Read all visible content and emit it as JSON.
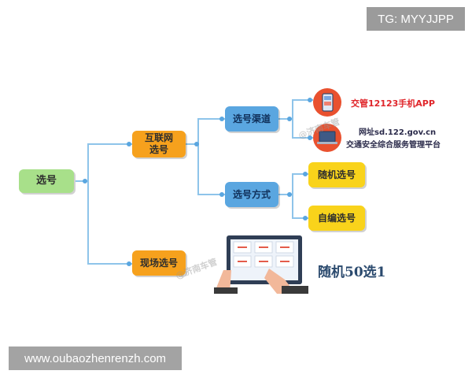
{
  "badges": {
    "top_right": "TG: MYYJJPP",
    "bottom_left": "www.oubaozhenrenzh.com"
  },
  "nodes": {
    "root": "选号",
    "internet": "互联网\n选号",
    "onsite": "现场选号",
    "channel": "选号渠道",
    "method": "选号方式",
    "random": "随机选号",
    "custom": "自编选号"
  },
  "app_label": "交管12123手机APP",
  "website": {
    "line1": "网址sd.122.gov.cn",
    "line2": "交通安全综合服务管理平台"
  },
  "tagline": "随机50选1",
  "watermarks": {
    "w1": "@济南车管",
    "w2": "@济南车管"
  },
  "colors": {
    "connector": "#8ec4ea",
    "green": "#a8e08a",
    "orange": "#f6a11d",
    "blue": "#5aa6e0",
    "yellow": "#f9d31b"
  },
  "icons": [
    "phone-icon",
    "laptop-icon",
    "tablet-icon"
  ]
}
